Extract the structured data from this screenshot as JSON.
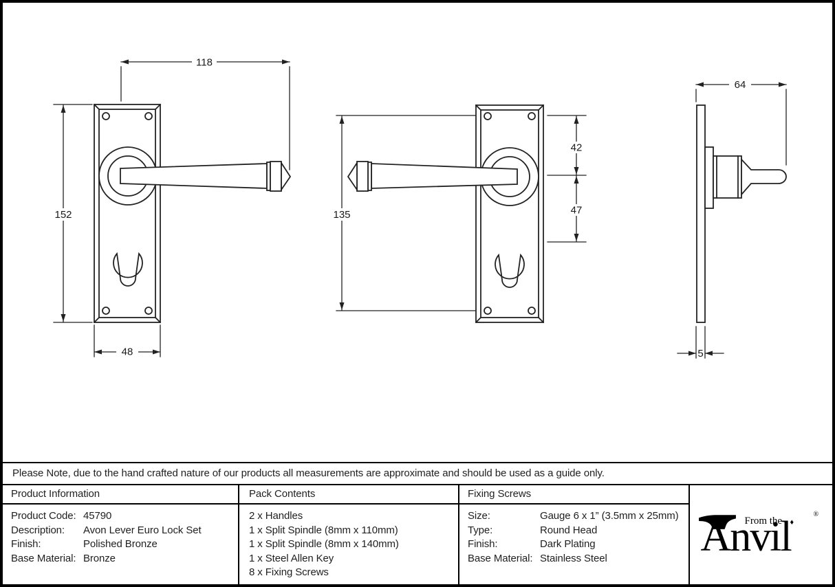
{
  "note": "Please Note, due to the hand crafted nature of our products all measurements are approximate and should be used as a guide only.",
  "drawings": {
    "front_view_right": {
      "lever_length": "118",
      "plate_height": "152",
      "plate_width": "48"
    },
    "front_view_left": {
      "fixing_centres": "135",
      "top_to_spindle": "42",
      "spindle_to_keyhole": "47"
    },
    "side_view": {
      "projection": "64",
      "plate_thickness": "5"
    }
  },
  "table": {
    "product_info": {
      "header": "Product Information",
      "rows": [
        {
          "label": "Product Code:",
          "value": "45790"
        },
        {
          "label": "Description:",
          "value": "Avon Lever Euro Lock Set"
        },
        {
          "label": "Finish:",
          "value": "Polished Bronze"
        },
        {
          "label": "Base Material:",
          "value": "Bronze"
        }
      ]
    },
    "pack_contents": {
      "header": "Pack Contents",
      "items": [
        "2 x Handles",
        "1 x Split Spindle (8mm x 110mm)",
        "1 x Split Spindle (8mm x 140mm)",
        "1 x Steel Allen Key",
        "8 x Fixing Screws"
      ]
    },
    "fixing_screws": {
      "header": "Fixing Screws",
      "rows": [
        {
          "label": "Size:",
          "value": "Gauge 6 x 1” (3.5mm x 25mm)"
        },
        {
          "label": "Type:",
          "value": "Round Head"
        },
        {
          "label": "Finish:",
          "value": "Dark Plating"
        },
        {
          "label": "Base Material:",
          "value": "Stainless Steel"
        }
      ]
    }
  },
  "logo": {
    "from_the": "From the",
    "brand_initial": "A",
    "brand_rest": "nvil",
    "diamond": "♦",
    "registered": "®"
  }
}
